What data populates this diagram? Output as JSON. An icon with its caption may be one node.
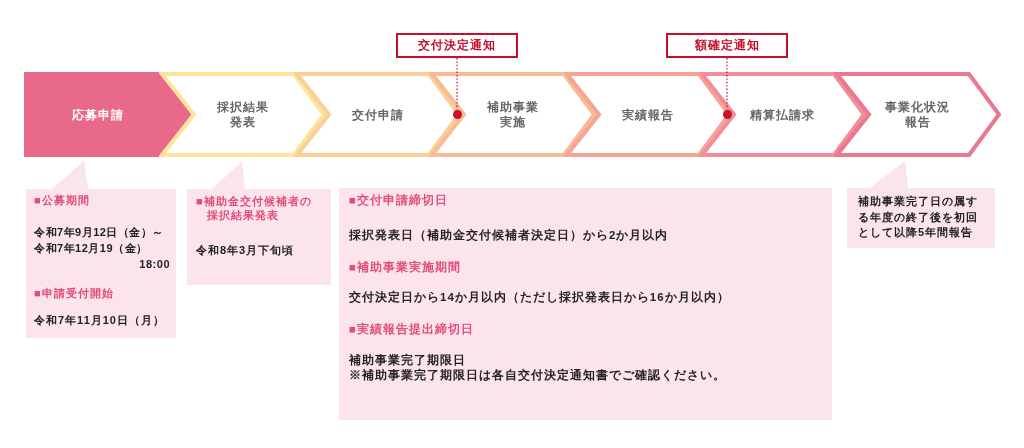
{
  "diagram": {
    "nodes": [
      {
        "text": [
          "交付決定通知"
        ]
      },
      {
        "text": [
          "額確定通知"
        ]
      },
      {
        "text": [
          "応募申請"
        ]
      },
      {
        "text": [
          "採択結果発表"
        ]
      },
      {
        "text": [
          "交付申請"
        ]
      },
      {
        "text": [
          "補助事業実施"
        ]
      },
      {
        "text": [
          "実績報告"
        ]
      },
      {
        "text": [
          "精算払請求"
        ]
      },
      {
        "text": [
          "事業化状況報告"
        ]
      },
      {
        "text": [],
        "shape": "circle"
      },
      {
        "text": [],
        "shape": "circle"
      },
      {
        "text": [
          "■公募期間",
          "令和7年9月12日（金）～令和7年12月19（金）18:00",
          "■申請受付開始",
          "令和7年11月10日（月）"
        ]
      },
      {
        "text": [
          "■補助金交付候補者の採択結果発表",
          "令和8年3月下旬頃"
        ]
      },
      {
        "text": [
          "■交付申請締切日",
          "採択発表日（補助金交付候補者決定日）から2か月以内",
          "■補助事業実施期間",
          "交付決定日から14か月以内（ただし採択発表日から16か月以内）",
          "■実績報告提出締切日",
          "補助事業完了期限日",
          "※補助事業完了期限日は各自交付決定通知書でご確認ください。"
        ]
      },
      {
        "text": [
          "補助事業完了日の属する年度の終了後を初回として以降5年間報告"
        ]
      }
    ],
    "edges": [
      {
        "from": 0,
        "to": 9,
        "arrow": "none",
        "style": "dashed"
      },
      {
        "from": 1,
        "to": 10,
        "arrow": "none",
        "style": "dashed"
      }
    ]
  }
}
